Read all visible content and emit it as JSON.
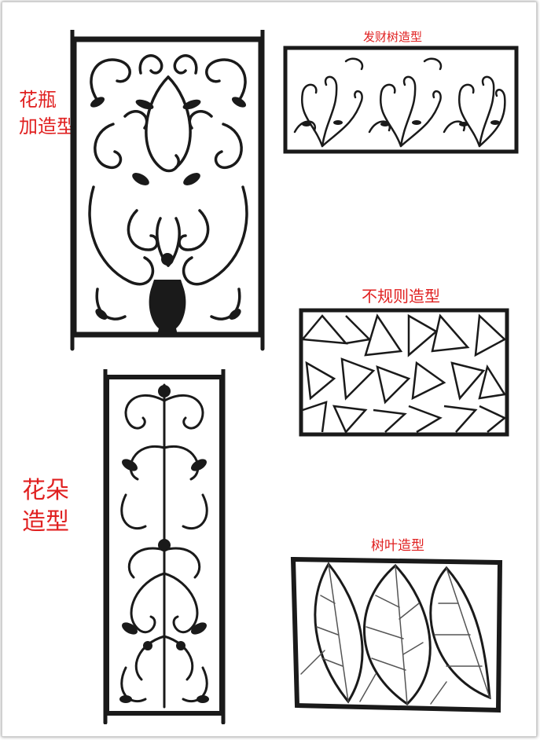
{
  "labels": {
    "vase_line1": "花瓶",
    "vase_line2": "加造型",
    "fortune_tree": "发财树造型",
    "irregular": "不规则造型",
    "flower_line1": "花朵",
    "flower_line2": "造型",
    "leaf": "树叶造型"
  },
  "colors": {
    "ink": "#1a1a1a",
    "label": "#e02020",
    "background": "#ffffff"
  }
}
